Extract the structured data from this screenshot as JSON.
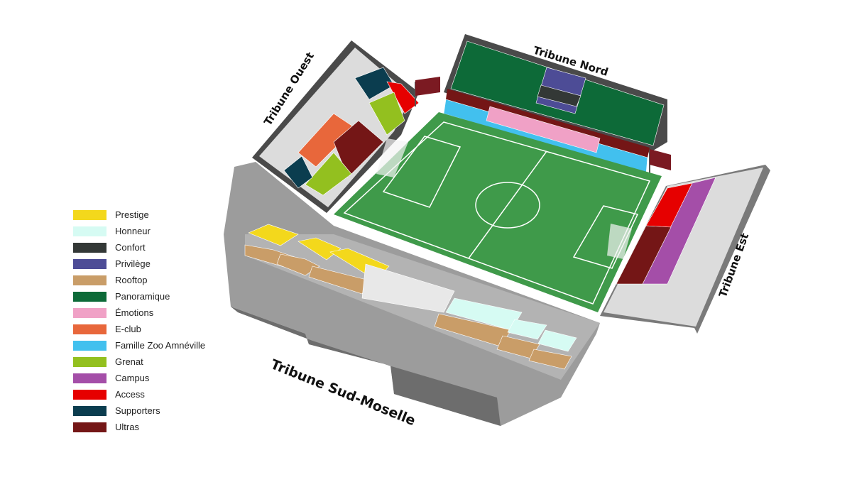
{
  "stands": {
    "nord": "Tribune Nord",
    "ouest": "Tribune Ouest",
    "est": "Tribune Est",
    "sud": "Tribune Sud-Moselle"
  },
  "legend": [
    {
      "label": "Prestige",
      "color": "#f3d81c"
    },
    {
      "label": "Honneur",
      "color": "#d6fbf3"
    },
    {
      "label": "Confort",
      "color": "#333836"
    },
    {
      "label": "Privilège",
      "color": "#4d4c96"
    },
    {
      "label": "Rooftop",
      "color": "#c99d68"
    },
    {
      "label": "Panoramique",
      "color": "#0d6a38"
    },
    {
      "label": "Émotions",
      "color": "#f0a1c6"
    },
    {
      "label": "E-club",
      "color": "#e8673b"
    },
    {
      "label": "Famille Zoo Amnéville",
      "color": "#42c0ee"
    },
    {
      "label": "Grenat",
      "color": "#93c01f"
    },
    {
      "label": "Campus",
      "color": "#a44ea8"
    },
    {
      "label": "Access",
      "color": "#e60000"
    },
    {
      "label": "Supporters",
      "color": "#0b3d4f"
    },
    {
      "label": "Ultras",
      "color": "#741616"
    }
  ]
}
